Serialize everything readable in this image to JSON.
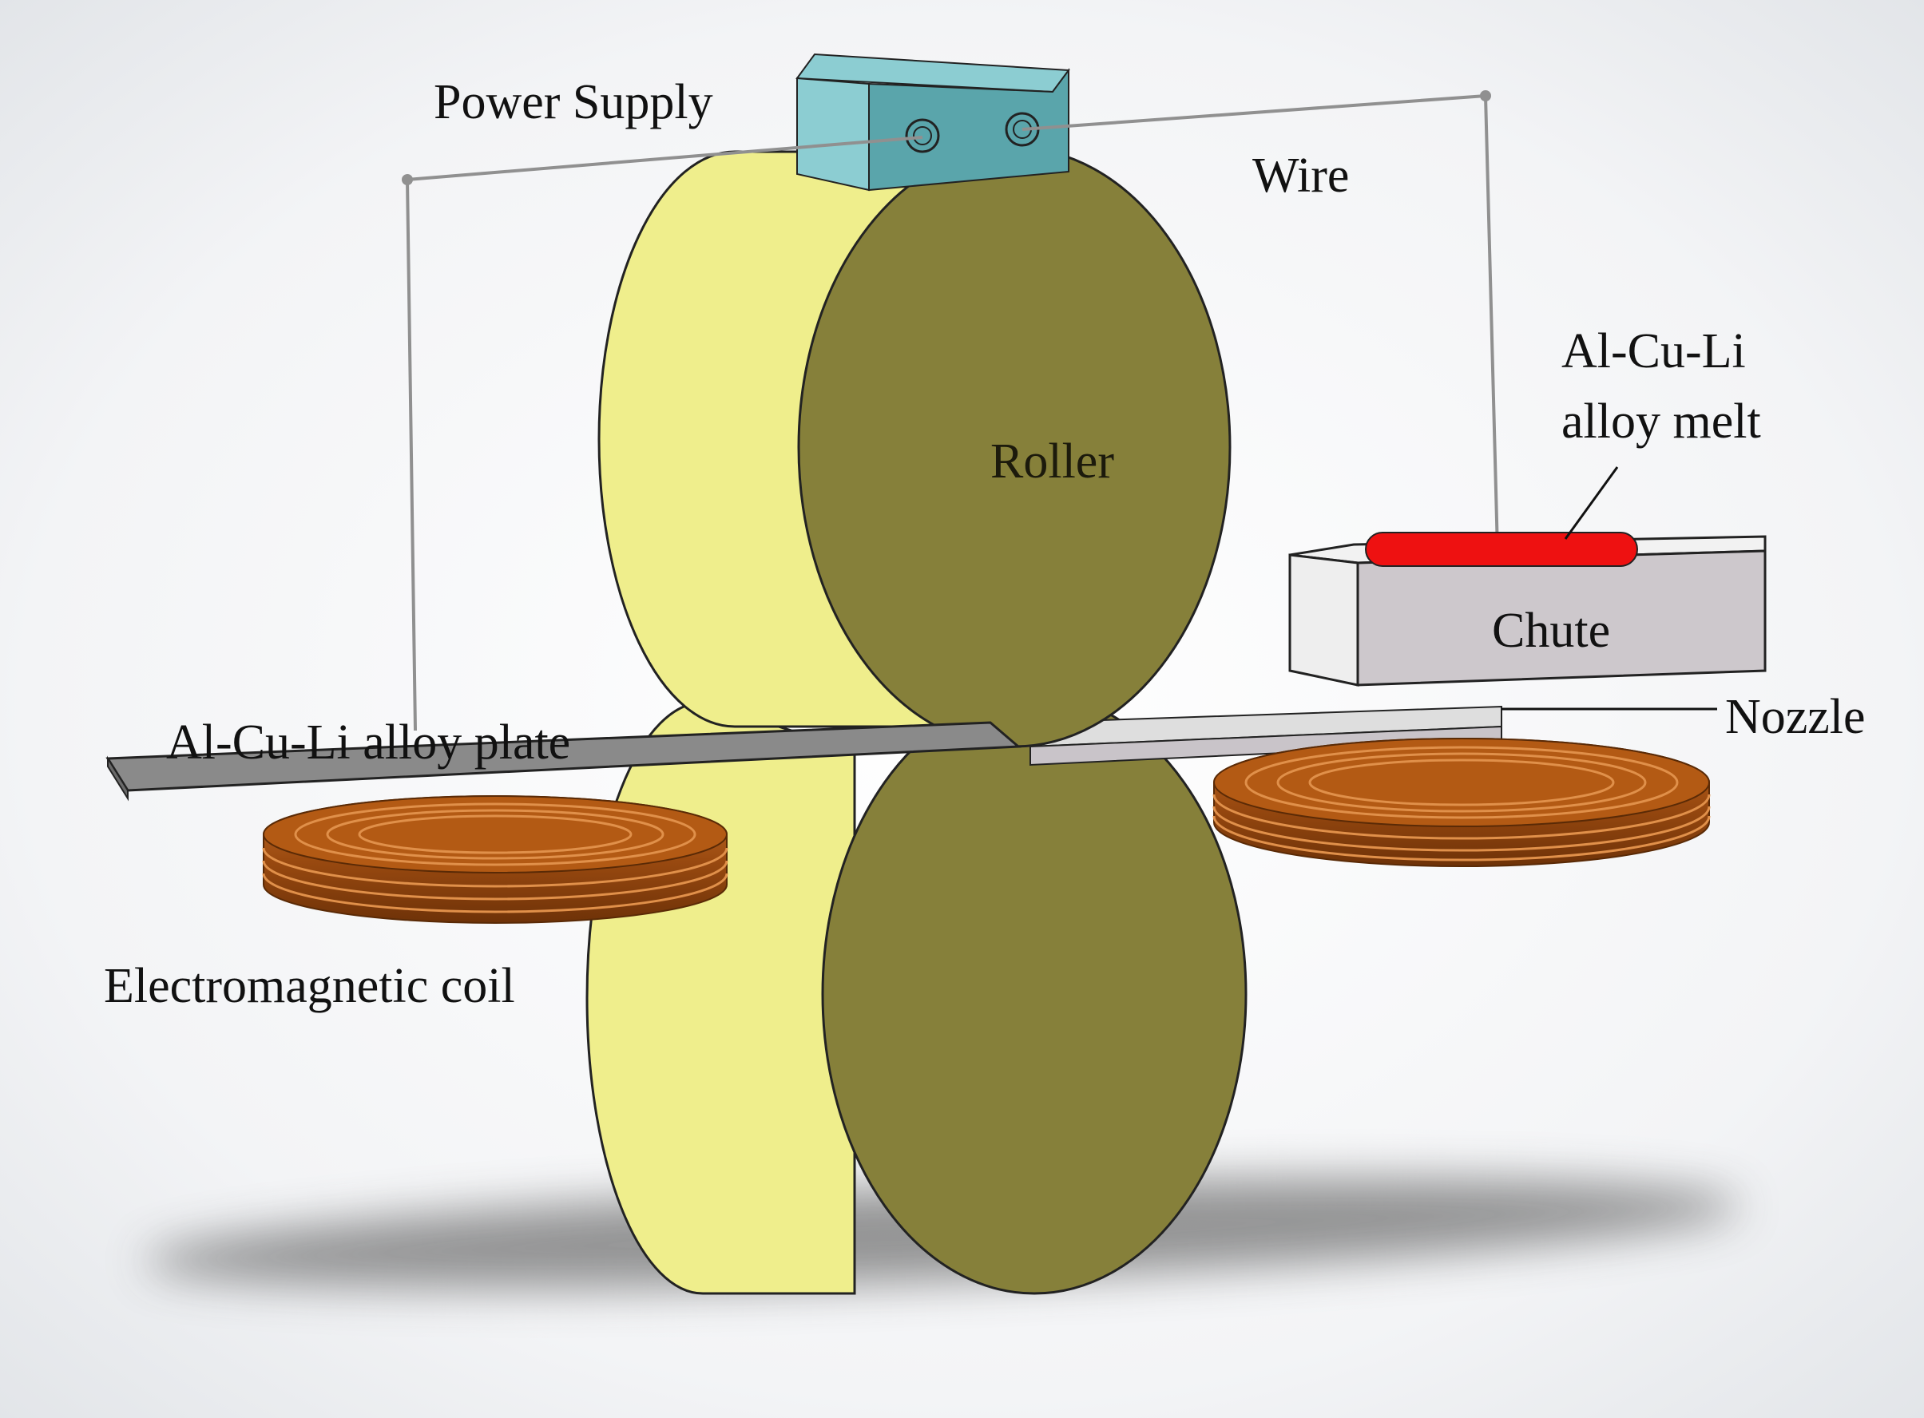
{
  "labels": {
    "power_supply": "Power Supply",
    "wire": "Wire",
    "alloy_melt_line1": "Al-Cu-Li",
    "alloy_melt_line2": "alloy melt",
    "roller": "Roller",
    "chute": "Chute",
    "nozzle": "Nozzle",
    "alloy_plate": "Al-Cu-Li alloy plate",
    "electromagnetic_coil": "Electromagnetic coil"
  },
  "colors": {
    "roller_front": "#86803a",
    "roller_side": "#efee8c",
    "power_supply_body": "#5aa5ab",
    "power_supply_top": "#8ccdd2",
    "chute_body": "#cdc8cc",
    "chute_top": "#f2f2f2",
    "alloy_melt": "#ee1111",
    "alloy_plate": "#8a8a8a",
    "coil": "#b35a14",
    "wire": "#909090"
  }
}
